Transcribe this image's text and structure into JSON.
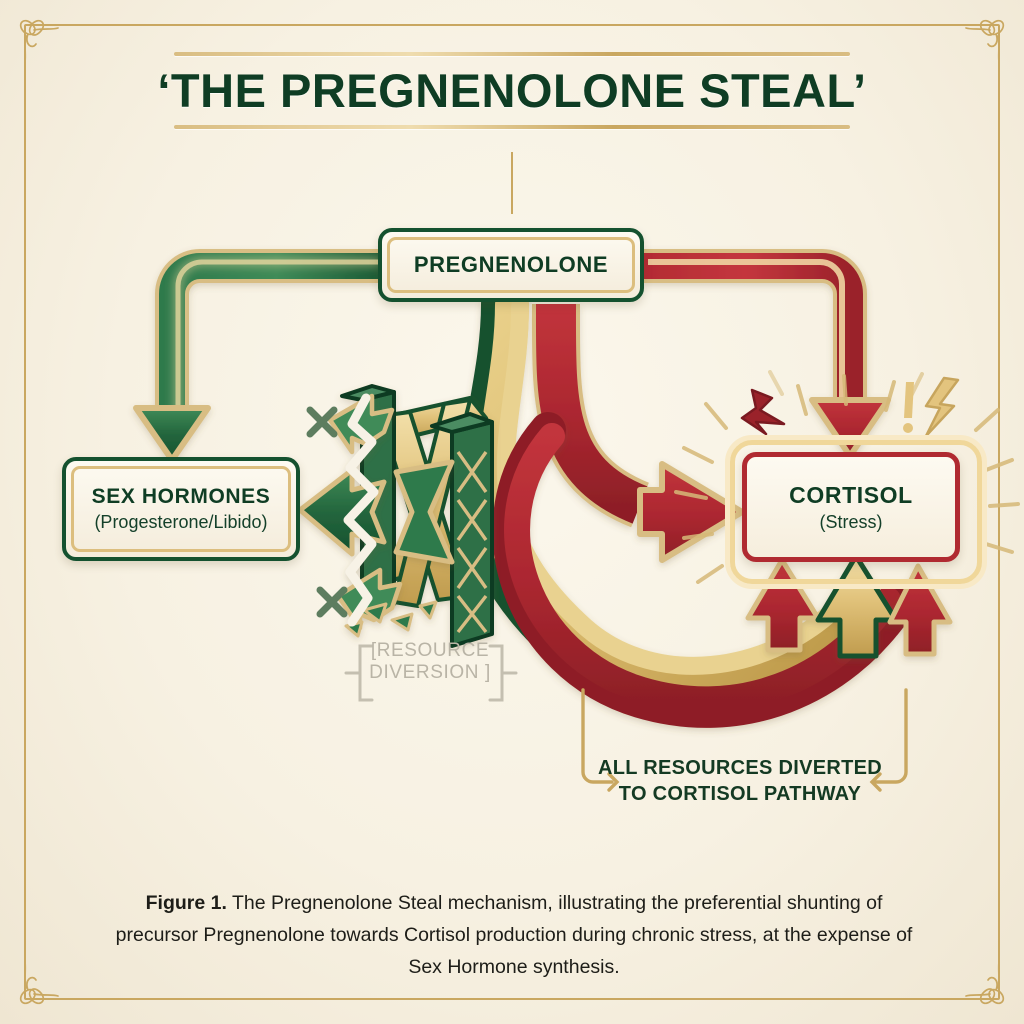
{
  "figure": {
    "title": "‘THE PREGNENOLONE STEAL’",
    "caption_label": "Figure 1.",
    "caption_text": " The Pregnenolone Steal mechanism, illustrating the preferential shunting of precursor Pregnenolone towards Cortisol production during chronic stress, at the expense of Sex Hormone synthesis."
  },
  "nodes": {
    "pregnenolone": {
      "title": "PREGNENOLONE",
      "subtitle": ""
    },
    "sex_hormones": {
      "title": "SEX HORMONES",
      "subtitle": "(Progesterone/Libido)"
    },
    "cortisol": {
      "title": "CORTISOL",
      "subtitle": "(Stress)"
    }
  },
  "annotations": {
    "resource_diversion_line1": "[RESOURCE",
    "resource_diversion_line2": "DIVERSION ]",
    "diverted_line1": "ALL RESOURCES DIVERTED",
    "diverted_line2": "TO CORTISOL PATHWAY"
  },
  "icons": {
    "blockade": "blockade-barrier-icon",
    "broken_arrow": "broken-arrow-icon",
    "cross_mark": "cross-mark-icon",
    "red_lightning": "red-lightning-bolt-icon",
    "gold_lightning": "gold-lightning-bolt-icon",
    "exclamation": "exclamation-mark-icon",
    "corner_flourish": "corner-flourish-icon",
    "arrow_green": "green-flow-arrow-icon",
    "arrow_red": "red-flow-arrow-icon",
    "arrow_gold": "gold-flow-arrow-icon"
  },
  "colors": {
    "background": "#f6f1e3",
    "green_dark": "#14512f",
    "green_mid": "#2f7a4c",
    "gold": "#c9a760",
    "gold_light": "#e8cd8e",
    "red": "#b02a31",
    "red_dark": "#8e1f27",
    "text_dark": "#0f3d24",
    "muted": "#b9b4a6"
  }
}
